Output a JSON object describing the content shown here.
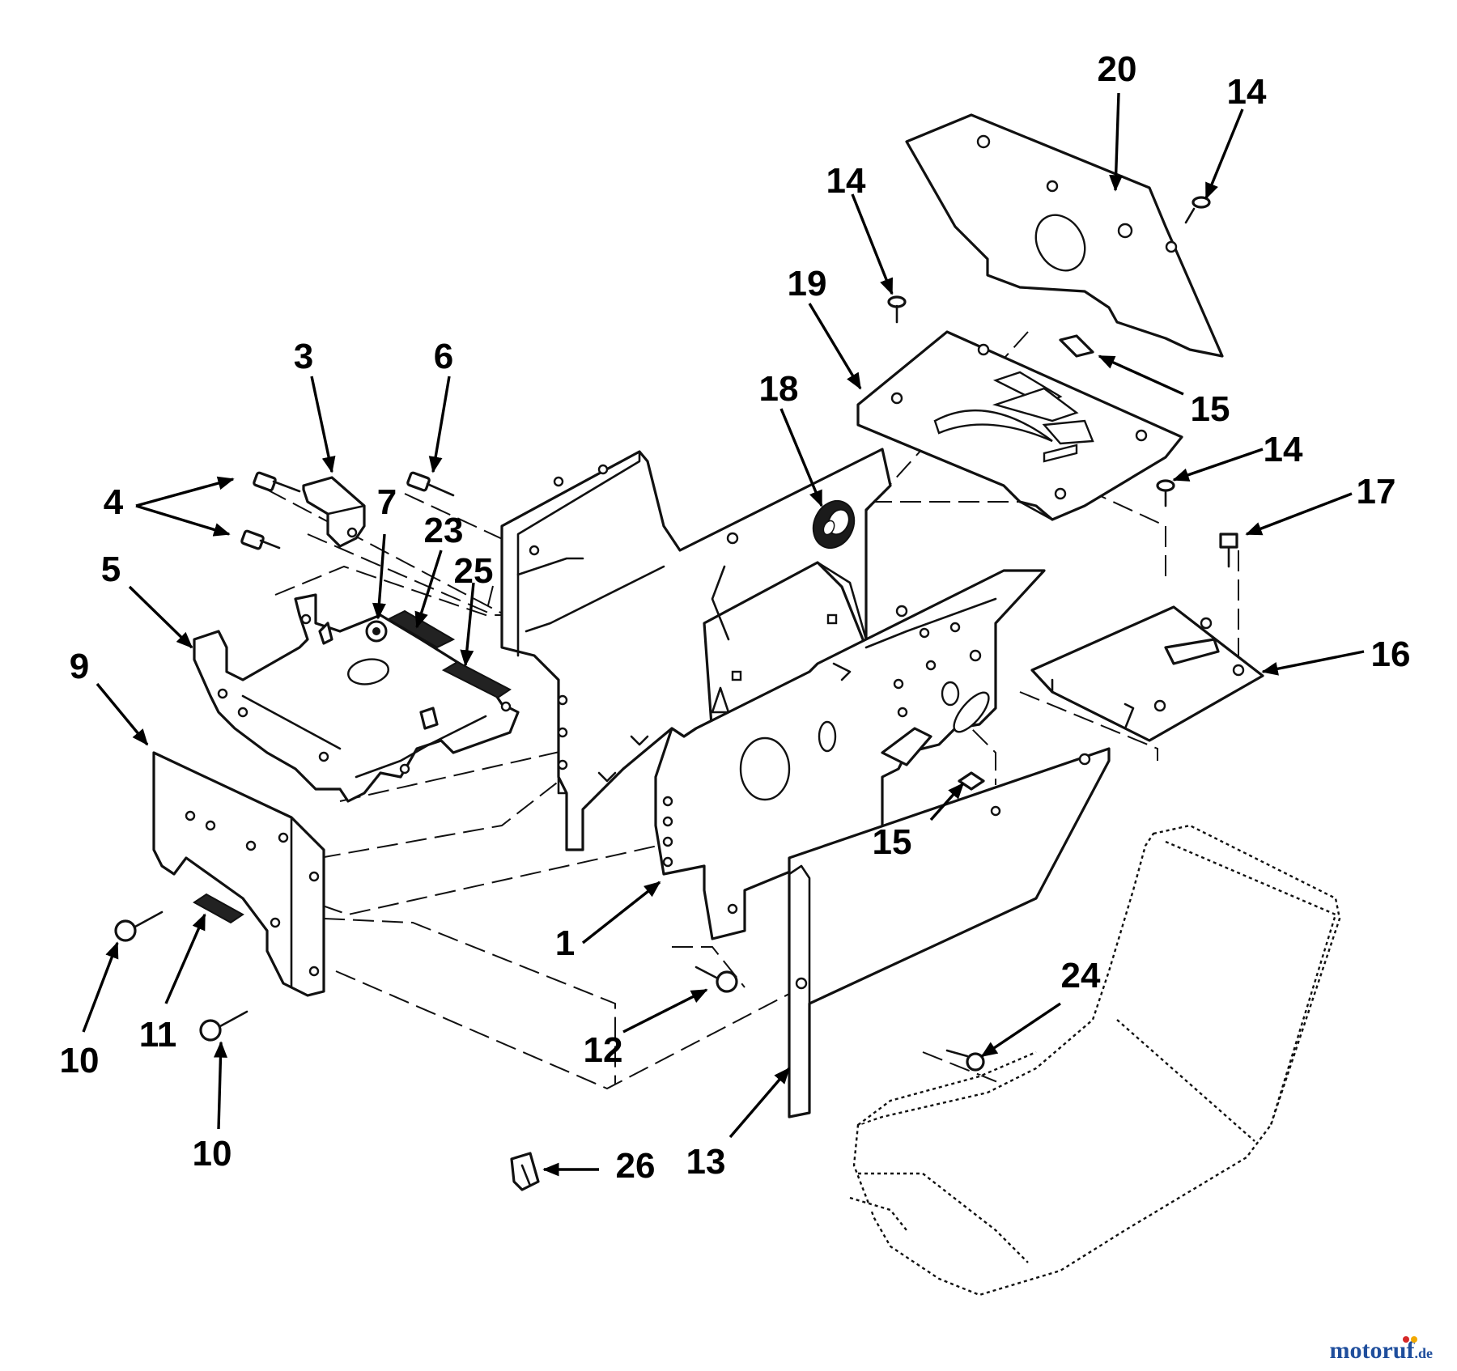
{
  "diagram": {
    "callouts": [
      {
        "id": "c1",
        "label": "1"
      },
      {
        "id": "c3",
        "label": "3"
      },
      {
        "id": "c4",
        "label": "4"
      },
      {
        "id": "c5",
        "label": "5"
      },
      {
        "id": "c6",
        "label": "6"
      },
      {
        "id": "c7",
        "label": "7"
      },
      {
        "id": "c9",
        "label": "9"
      },
      {
        "id": "c10a",
        "label": "10"
      },
      {
        "id": "c10b",
        "label": "10"
      },
      {
        "id": "c11",
        "label": "11"
      },
      {
        "id": "c12",
        "label": "12"
      },
      {
        "id": "c13",
        "label": "13"
      },
      {
        "id": "c14a",
        "label": "14"
      },
      {
        "id": "c14b",
        "label": "14"
      },
      {
        "id": "c14c",
        "label": "14"
      },
      {
        "id": "c15a",
        "label": "15"
      },
      {
        "id": "c15b",
        "label": "15"
      },
      {
        "id": "c16",
        "label": "16"
      },
      {
        "id": "c17",
        "label": "17"
      },
      {
        "id": "c18",
        "label": "18"
      },
      {
        "id": "c19",
        "label": "19"
      },
      {
        "id": "c20",
        "label": "20"
      },
      {
        "id": "c23",
        "label": "23"
      },
      {
        "id": "c24",
        "label": "24"
      },
      {
        "id": "c25",
        "label": "25"
      },
      {
        "id": "c26",
        "label": "26"
      }
    ]
  },
  "watermark": {
    "brand": "motoruf",
    "suffix": ".de",
    "colors": [
      "#1f4e9c",
      "#d62828",
      "#f2a900"
    ]
  }
}
